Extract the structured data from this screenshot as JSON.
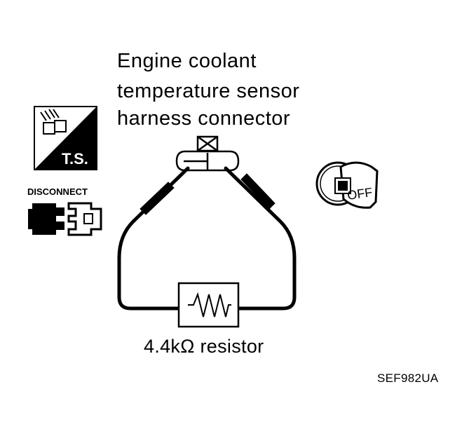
{
  "title": {
    "line1": "Engine coolant",
    "line2": "temperature sensor",
    "line3": "harness connector"
  },
  "icons": {
    "ts_label": "T.S.",
    "disconnect_label": "DISCONNECT",
    "ignition_label": "OFF"
  },
  "resistor": {
    "label": "4.4kΩ resistor"
  },
  "figure_code": "SEF982UA",
  "colors": {
    "ink": "#000000",
    "paper": "#ffffff"
  }
}
